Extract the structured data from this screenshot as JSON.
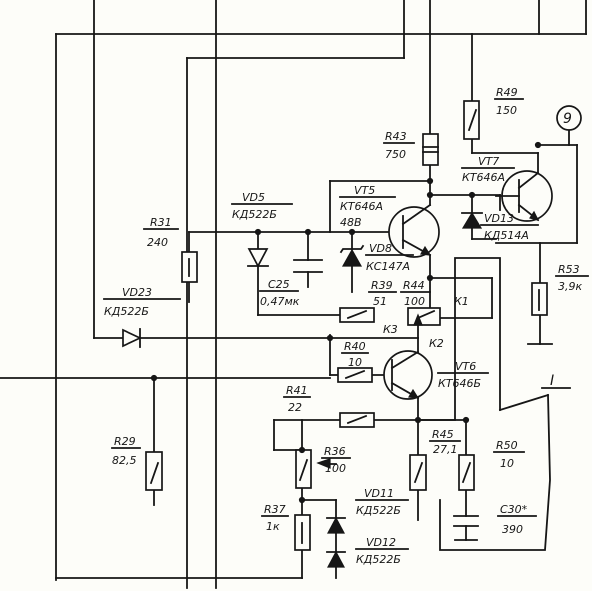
{
  "components": {
    "r49": {
      "ref": "R49",
      "value": "150"
    },
    "node9": {
      "ref": "9"
    },
    "r43": {
      "ref": "R43",
      "value": "750"
    },
    "vt7": {
      "ref": "VT7",
      "value": "КТ646А"
    },
    "vt5": {
      "ref": "VT5",
      "value": "КТ646А",
      "note": "48В"
    },
    "vd5": {
      "ref": "VD5",
      "value": "КД522Б"
    },
    "vd13": {
      "ref": "VD13",
      "value": "КД514А"
    },
    "r31": {
      "ref": "R31",
      "value": "240"
    },
    "vd8": {
      "ref": "VD8",
      "value": "КС147А"
    },
    "r53": {
      "ref": "R53",
      "value": "3,9к"
    },
    "c25": {
      "ref": "C25",
      "value": "0,47мк"
    },
    "r39": {
      "ref": "R39",
      "value": "51"
    },
    "r44": {
      "ref": "R44",
      "value": "100"
    },
    "k1": {
      "ref": "К1"
    },
    "vd23": {
      "ref": "VD23",
      "value": "КД522Б"
    },
    "k2": {
      "ref": "К2"
    },
    "k3": {
      "ref": "К3"
    },
    "r40": {
      "ref": "R40",
      "value": "10"
    },
    "vt6": {
      "ref": "VT6",
      "value": "КТ646Б"
    },
    "mark_i": {
      "ref": "I"
    },
    "r41": {
      "ref": "R41",
      "value": "22"
    },
    "r29": {
      "ref": "R29",
      "value": "82,5"
    },
    "r36": {
      "ref": "R36",
      "value": "100"
    },
    "r45": {
      "ref": "R45",
      "value": "27,1"
    },
    "r50": {
      "ref": "R50",
      "value": "10"
    },
    "r37": {
      "ref": "R37",
      "value": "1к"
    },
    "vd11": {
      "ref": "VD11",
      "value": "КД522Б"
    },
    "c30": {
      "ref": "C30*",
      "value": "390"
    },
    "vd12": {
      "ref": "VD12",
      "value": "КД522Б"
    }
  }
}
